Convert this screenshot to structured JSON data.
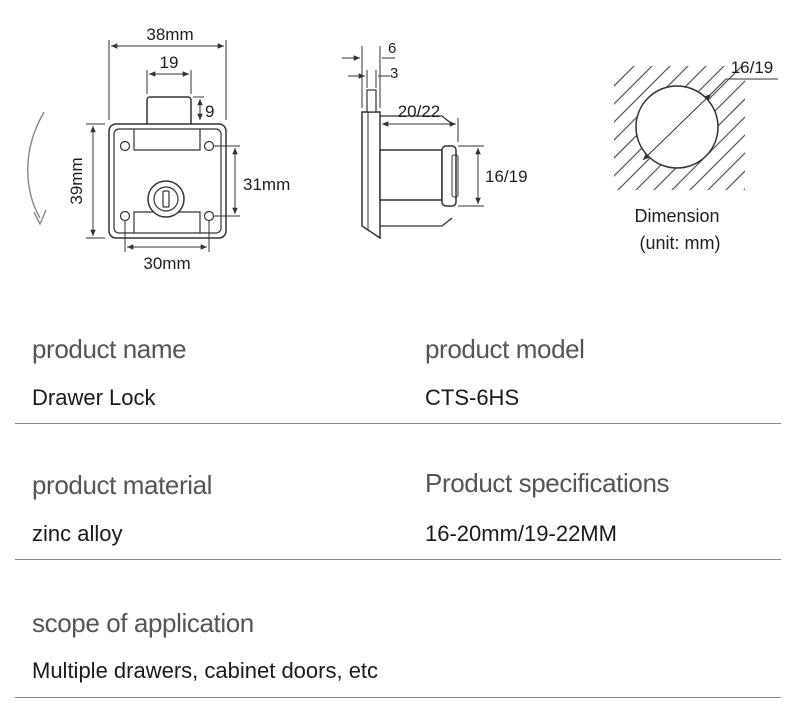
{
  "diagram": {
    "front_view": {
      "width_label": "38mm",
      "bolt_width_label": "19",
      "bolt_height_label": "9",
      "height_label": "39mm",
      "hole_vertical_label": "31mm",
      "hole_horizontal_label": "30mm"
    },
    "side_view": {
      "plate_label": "6",
      "bolt_label": "3",
      "depth_label": "20/22",
      "cylinder_label": "16/19"
    },
    "hole_view": {
      "diameter_label": "16/19",
      "caption": "Dimension",
      "unit_caption": "(unit:  mm)"
    },
    "colors": {
      "line": "#333333",
      "hatch": "#555555"
    }
  },
  "specs": {
    "name_label": "product name",
    "name_value": "Drawer Lock",
    "model_label": "product model",
    "model_value": "CTS-6HS",
    "material_label": "product material",
    "material_value": "zinc alloy",
    "spec_label": "Product specifications",
    "spec_value": "16-20mm/19-22MM",
    "scope_label": "scope of application",
    "scope_value": "Multiple drawers, cabinet doors, etc"
  }
}
